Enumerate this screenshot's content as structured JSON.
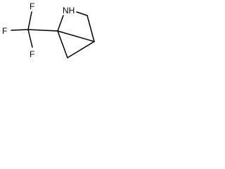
{
  "molecule": {
    "atoms": {
      "nh": "NH",
      "f_top": "F",
      "f_left": "F",
      "f_bottom": "F"
    }
  },
  "colors": {
    "bond": "#000000",
    "background": "#ffffff"
  }
}
